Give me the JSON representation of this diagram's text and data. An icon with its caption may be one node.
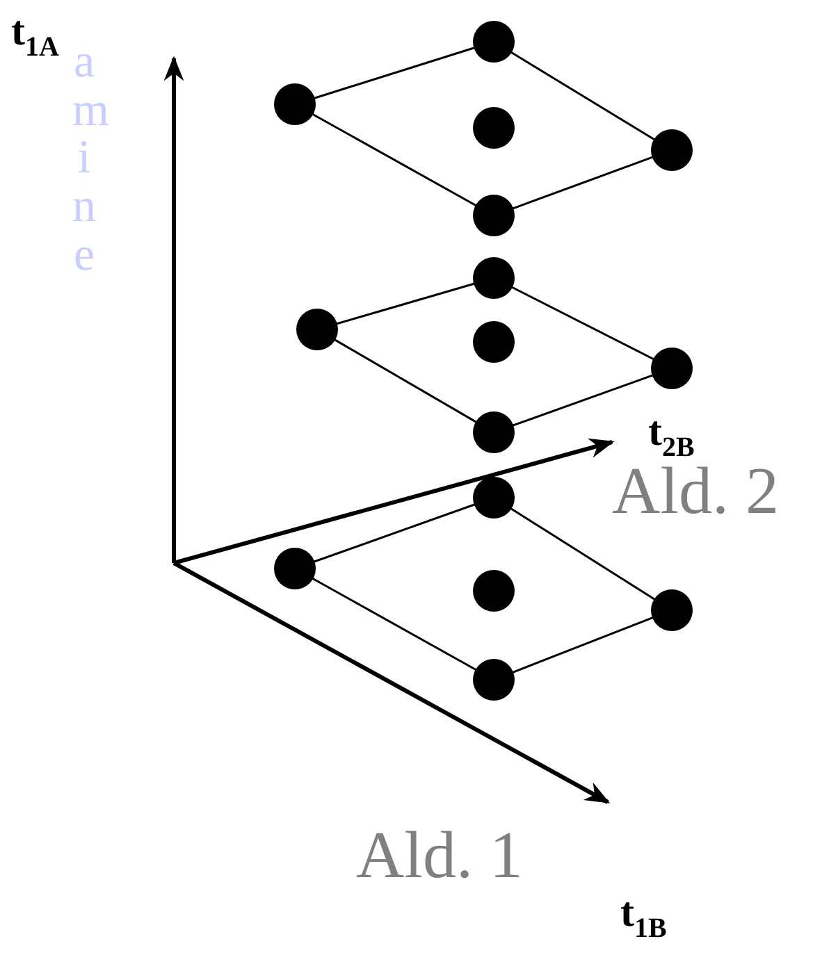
{
  "diagram": {
    "nodes": [
      {
        "text": [],
        "shape": "circle"
      },
      {
        "text": [],
        "shape": "circle"
      },
      {
        "text": [],
        "shape": "circle"
      },
      {
        "text": [],
        "shape": "circle"
      },
      {
        "text": [],
        "shape": "circle"
      },
      {
        "text": [],
        "shape": "circle"
      },
      {
        "text": [],
        "shape": "circle"
      },
      {
        "text": [],
        "shape": "circle"
      },
      {
        "text": [],
        "shape": "circle"
      },
      {
        "text": [],
        "shape": "circle"
      },
      {
        "text": [],
        "shape": "circle"
      },
      {
        "text": [],
        "shape": "circle"
      },
      {
        "text": [],
        "shape": "circle"
      },
      {
        "text": [],
        "shape": "circle"
      },
      {
        "text": [],
        "shape": "circle"
      }
    ],
    "edges": [
      {
        "from": 0,
        "to": 1,
        "arrow": "none"
      },
      {
        "from": 0,
        "to": 3,
        "arrow": "none"
      },
      {
        "from": 1,
        "to": 4,
        "arrow": "none"
      },
      {
        "from": 3,
        "to": 4,
        "arrow": "none"
      },
      {
        "from": 5,
        "to": 6,
        "arrow": "none"
      },
      {
        "from": 5,
        "to": 8,
        "arrow": "none"
      },
      {
        "from": 6,
        "to": 9,
        "arrow": "none"
      },
      {
        "from": 8,
        "to": 9,
        "arrow": "none"
      },
      {
        "from": 10,
        "to": 11,
        "arrow": "none"
      },
      {
        "from": 10,
        "to": 13,
        "arrow": "none"
      },
      {
        "from": 11,
        "to": 14,
        "arrow": "none"
      },
      {
        "from": 13,
        "to": 14,
        "arrow": "none"
      }
    ],
    "labels": [
      "t$_{1A}$",
      "amine",
      "t$_{2B}$",
      "Ald. 2",
      "Ald. 1",
      "t$_{1B}$"
    ]
  }
}
